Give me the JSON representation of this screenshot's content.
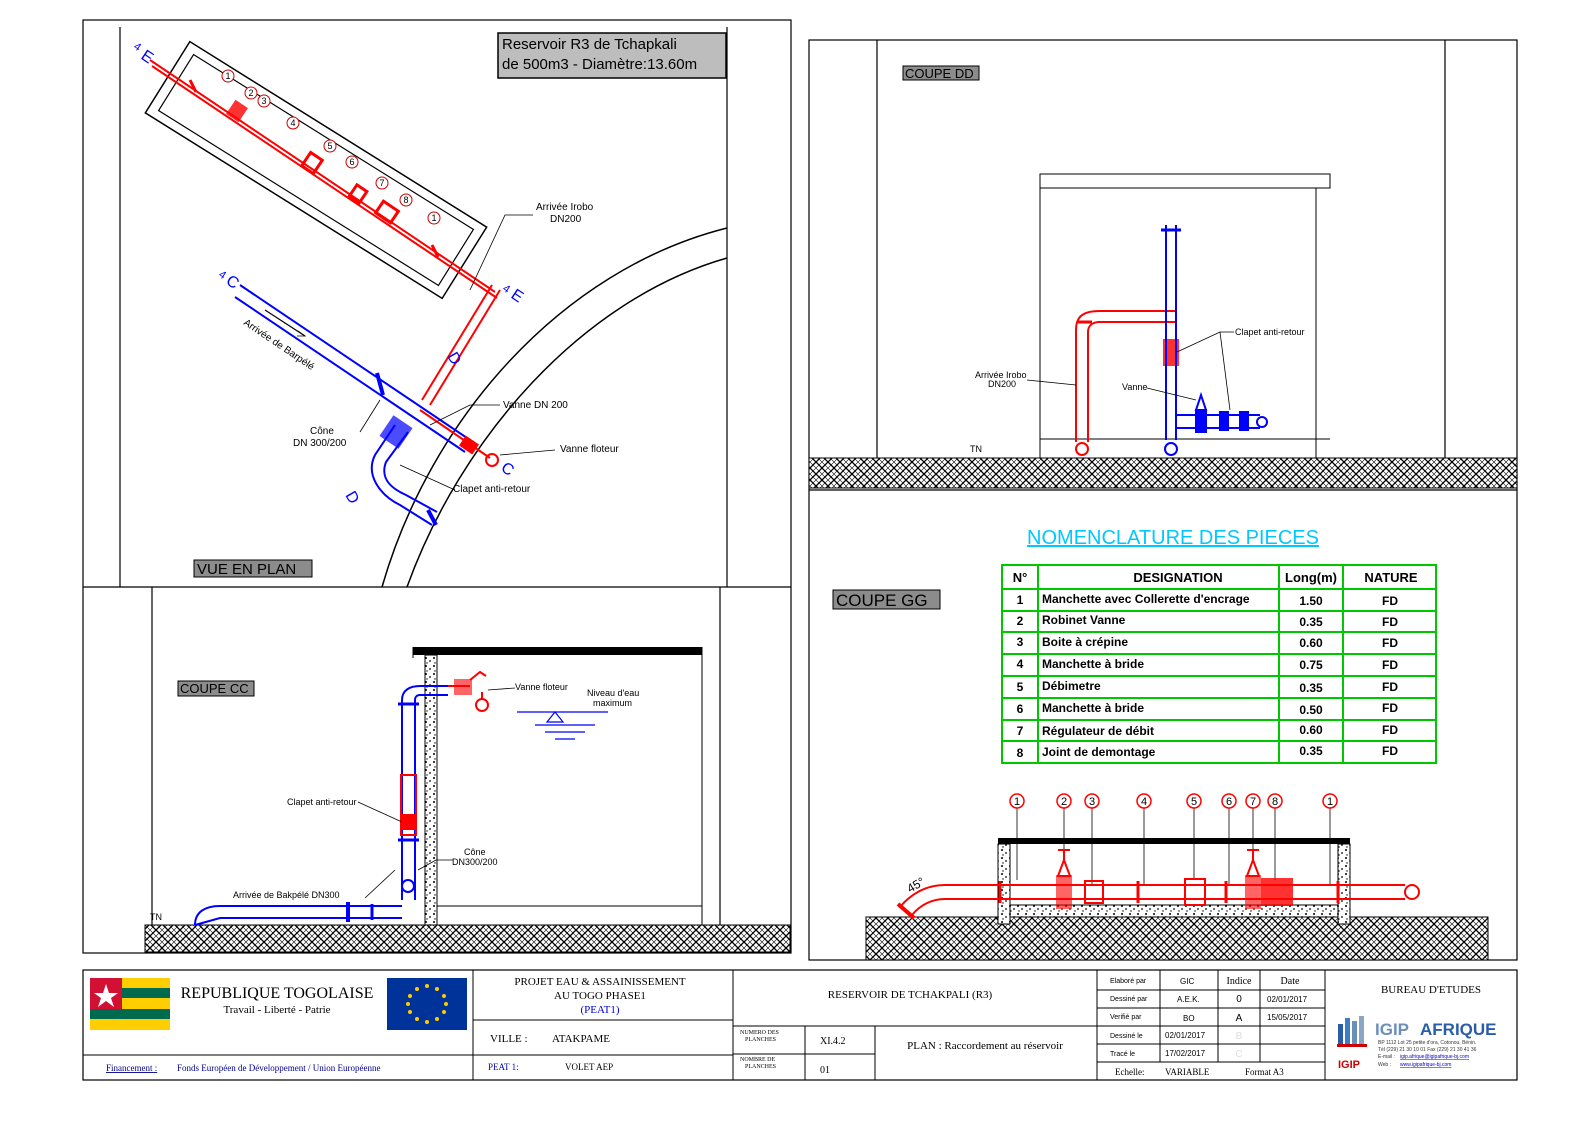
{
  "top_plan": {
    "title_line1": "Reservoir R3 de Tchapkali",
    "title_line2": "de 500m3 - Diamètre:13.60m",
    "view_label": "VUE EN PLAN",
    "arrivee_irobo": "Arrivée Irobo",
    "arrivee_irobo_dn": "DN200",
    "arrivee_barpele": "Arrivée de Barpélé",
    "cone": "Cône",
    "cone_dn": "DN 300/200",
    "vanne_dn200": "Vanne DN 200",
    "vanne_floteur": "Vanne floteur",
    "clapet": "Clapet anti-retour",
    "section_e": "E",
    "section_c": "C",
    "section_d": "D",
    "num_4": "4",
    "markers": [
      "1",
      "2",
      "3",
      "4",
      "5",
      "6",
      "7",
      "8",
      "1"
    ]
  },
  "coupe_cc": {
    "label": "COUPE CC",
    "vanne_floteur": "Vanne floteur",
    "niveau_line1": "Niveau d'eau",
    "niveau_line2": "maximum",
    "clapet": "Clapet anti-retour",
    "cone": "Cône",
    "cone_dn": "DN300/200",
    "arrivee": "Arrivée de Bakpélé DN300",
    "tn": "TN"
  },
  "coupe_dd": {
    "label": "COUPE DD",
    "clapet": "Clapet anti-retour",
    "arrivee_line1": "Arrivée Irobo",
    "arrivee_line2": "DN200",
    "vanne": "Vanne",
    "tn": "TN"
  },
  "nomenclature": {
    "title": "NOMENCLATURE  DES  PIECES",
    "headers": [
      "N°",
      "DESIGNATION",
      "Long(m)",
      "NATURE"
    ],
    "rows": [
      [
        "1",
        "Manchette avec Collerette d'encrage",
        "1.50",
        "FD"
      ],
      [
        "2",
        "Robinet Vanne",
        "0.35",
        "FD"
      ],
      [
        "3",
        "Boite à crépine",
        "0.60",
        "FD"
      ],
      [
        "4",
        "Manchette à bride",
        "0.75",
        "FD"
      ],
      [
        "5",
        "Débimetre",
        "0.35",
        "FD"
      ],
      [
        "6",
        "Manchette à bride",
        "0.50",
        "FD"
      ],
      [
        "7",
        "Régulateur de débit",
        "0.60",
        "FD"
      ],
      [
        "8",
        "Joint de demontage",
        "0.35",
        "FD"
      ]
    ]
  },
  "coupe_gg": {
    "label": "COUPE GG",
    "angle": "45°",
    "markers": [
      "1",
      "2",
      "3",
      "4",
      "5",
      "6",
      "7",
      "8",
      "1"
    ]
  },
  "title_block": {
    "republic": "REPUBLIQUE TOGOLAISE",
    "motto": "Travail - Liberté - Patrie",
    "financement_label": "Financement :",
    "financement": "Fonds Européen de Développement / Union Européenne",
    "projet_line1": "PROJET EAU & ASSAINISSEMENT",
    "projet_line2": "AU TOGO PHASE1",
    "projet_line3": "(PEAT1)",
    "ville_label": "VILLE :",
    "ville": "ATAKPAME",
    "peat": "PEAT 1:",
    "volet": "VOLET   AEP",
    "reservoir": "RESERVOIR DE TCHAKPALI (R3)",
    "num_planches_label1": "NUMERO DES",
    "num_planches_label2": "PLANCHES",
    "num_planches": "XI.4.2",
    "nb_planches_label1": "NOMBRE DE",
    "nb_planches_label2": "PLANCHES",
    "nb_planches": "01",
    "plan": "PLAN : Raccordement au réservoir",
    "rows": [
      [
        "Elaboré par",
        "GIC"
      ],
      [
        "Dessiné par",
        "A.E.K."
      ],
      [
        "Verifié par",
        "BO"
      ],
      [
        "Dessiné le",
        "02/01/2017"
      ],
      [
        "Tracé le",
        "17/02/2017"
      ]
    ],
    "indice_header": "Indice",
    "date_header": "Date",
    "indices": [
      "0",
      "A",
      "B",
      "C"
    ],
    "dates": [
      "02/01/2017",
      "15/05/2017",
      "",
      ""
    ],
    "echelle_label": "Echelle:",
    "echelle": "VARIABLE",
    "format": "Format A3",
    "bureau": "BUREAU D'ETUDES",
    "igip": "IGIP",
    "afrique": "AFRIQUE",
    "igip_small": "IGIP",
    "address1": "BP 1112 Lot 25 petite d'ora, Cotonou, Bénin.",
    "address2": "Tél (229) 21 30 10 01  Fax (229) 21 30 41 36",
    "email_label": "E-mail :",
    "email": "igip.afrique@igipafrique-bj.com",
    "web_label": "Web :",
    "web": "www.igipafrique-bj.com"
  },
  "colors": {
    "pipe_red": "#ff0000",
    "pipe_blue": "#0000ff",
    "table_green": "#00c800",
    "title_cyan": "#00c8ff",
    "label_bg": "#8c8c8c"
  }
}
